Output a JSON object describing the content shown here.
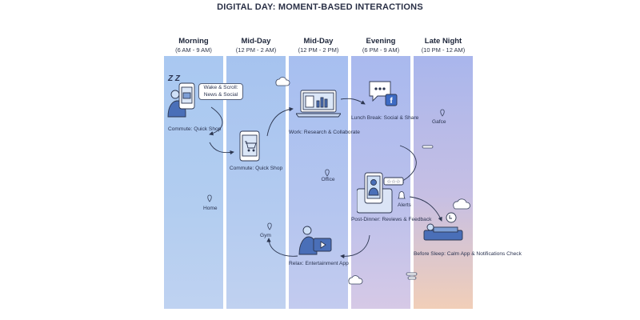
{
  "title": "DIGITAL DAY: MOMENT-BASED INTERACTIONS",
  "columns": [
    {
      "name": "Morning",
      "time": "(6 AM - 9 AM)"
    },
    {
      "name": "Mid-Day",
      "time": "(12 PM - 2 AM)"
    },
    {
      "name": "Mid-Day",
      "time": "(12 PM - 2 PM)"
    },
    {
      "name": "Evening",
      "time": "(6 PM - 9 AM)"
    },
    {
      "name": "Late Night",
      "time": "(10 PM - 12 AM)"
    }
  ],
  "moments": {
    "wake": "Wake & Scroll: News & Social",
    "commute1": "Commute: Quick Shop",
    "commute2": "Commute: Quick Shop",
    "work": "Work: Research & Collaborate",
    "lunch": "Lunch Break: Social & Share",
    "postdinner": "Post-Dinner: Reviews & Feedback",
    "alerts": "Alerts",
    "relax": "Relax: Entertainment App",
    "sleep": "Before Sleep: Calm App & Notifications Check"
  },
  "places": {
    "home": "Home",
    "office": "Office",
    "gym": "Gym",
    "gafce": "Gafce"
  },
  "sleep_symbol": "Z Z"
}
